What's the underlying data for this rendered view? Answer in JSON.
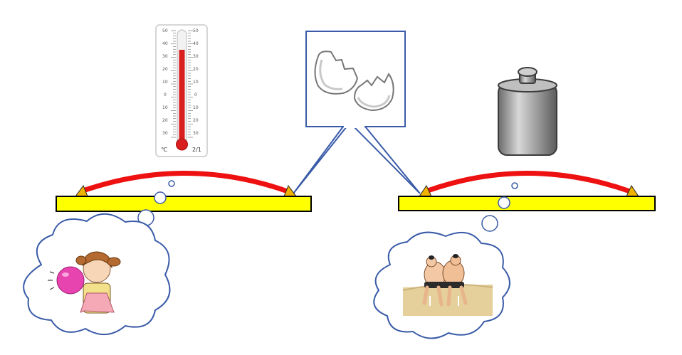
{
  "thermometer": {
    "unit_label": "℃",
    "date_label": "2/1",
    "left_scale": [
      "50",
      "40",
      "30",
      "20",
      "10",
      "0",
      "10",
      "20",
      "30"
    ],
    "right_scale": [
      "50",
      "40",
      "30",
      "20",
      "10",
      "0",
      "10",
      "20",
      "30"
    ],
    "reading": 35
  },
  "colors": {
    "beam": "#ffff00",
    "beam_outline": "#000000",
    "arc": "#ee1111",
    "pivot": "#f0b400",
    "cloud_outline": "#3a5ba8",
    "callout_outline": "#3a5ba8",
    "mercury": "#d81e1e",
    "weight": "#9a9a9a",
    "balloon": "#e844b0",
    "sand": "#e5cf9b"
  },
  "icons": {
    "thermometer": "thermometer-icon",
    "eggshell": "cracked-eggshell-icon",
    "weight": "weight-icon",
    "girl": "girl-blowing-balloon-icon",
    "sumo": "sumo-wrestlers-icon"
  }
}
